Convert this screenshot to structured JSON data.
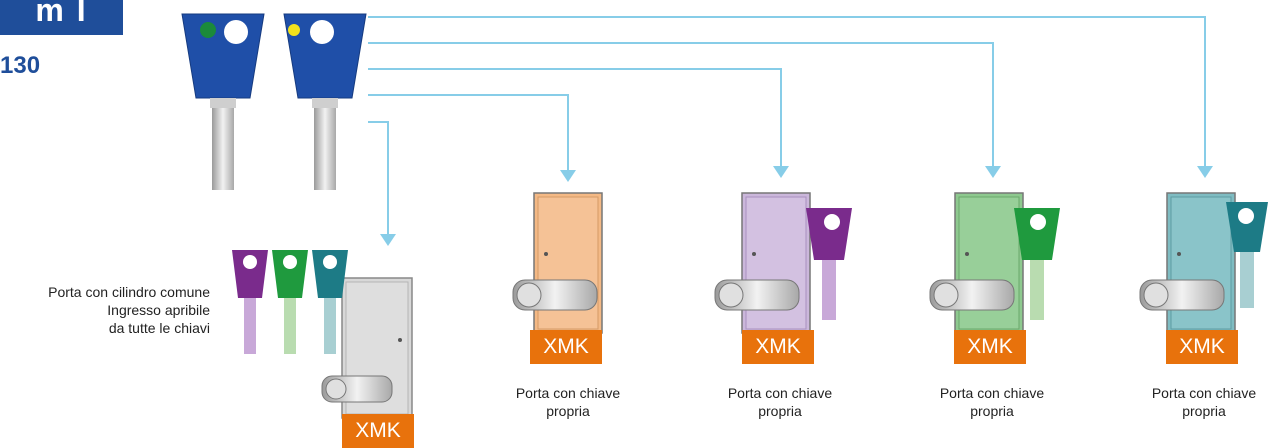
{
  "corner": {
    "tab_text": "m I",
    "number": "130"
  },
  "common_door": {
    "caption": "Porta con cilindro comune\nIngresso apribile\nda tutte le chiavi",
    "badge": "XMK",
    "key_colors": [
      "#7a2b8c",
      "#1f9a3e",
      "#1d7b86"
    ]
  },
  "doors": [
    {
      "caption": "Porta con chiave\npropria",
      "badge": "XMK",
      "door_color": "#f4b985",
      "key_color": null
    },
    {
      "caption": "Porta con chiave\npropria",
      "badge": "XMK",
      "door_color": "#cbb7db",
      "key_color": "#7a2b8c"
    },
    {
      "caption": "Porta con chiave\npropria",
      "badge": "XMK",
      "door_color": "#8ec98f",
      "key_color": "#1f9a3e"
    },
    {
      "caption": "Porta con chiave\npropria",
      "badge": "XMK",
      "door_color": "#7fbcc2",
      "key_color": "#1d7b86"
    }
  ],
  "master_keys": [
    {
      "head_color": "#1f4fa8",
      "dot_color": "#1b8a3a"
    },
    {
      "head_color": "#1f4fa8",
      "dot_color": "#f2e21b"
    }
  ],
  "colors": {
    "arrow": "#87cde8",
    "badge": "#e8720c",
    "brand": "#1f4e9a"
  }
}
